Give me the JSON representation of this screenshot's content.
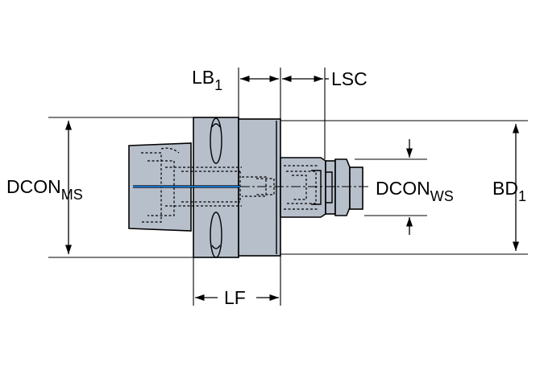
{
  "labels": {
    "dcon_ms": {
      "main": "DCON",
      "sub": "MS"
    },
    "dcon_ws": {
      "main": "DCON",
      "sub": "WS"
    },
    "bd": {
      "main": "BD",
      "sub": "1"
    },
    "lb": {
      "main": "LB",
      "sub": "1"
    },
    "lsc": {
      "main": "LSC"
    },
    "lf": {
      "main": "LF"
    }
  },
  "colors": {
    "body_fill": "#b7bfcb",
    "centerline": "#1e90ff",
    "lines": "#000000"
  }
}
